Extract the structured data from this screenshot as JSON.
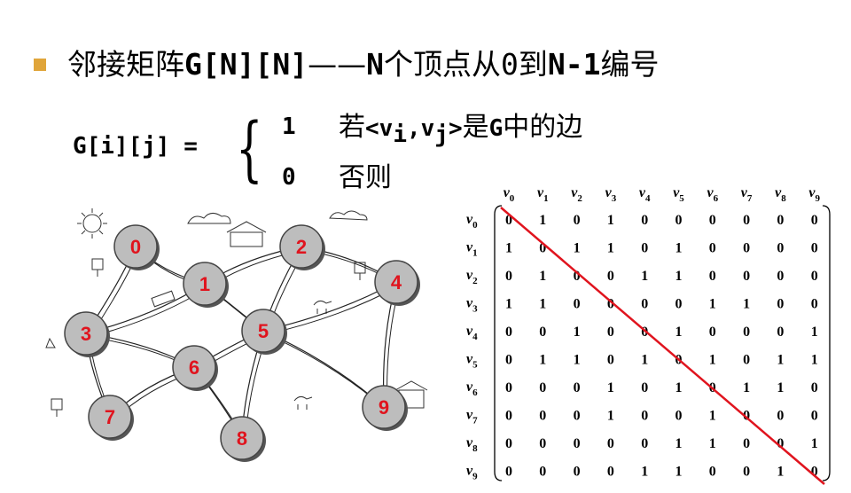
{
  "title": {
    "prefix": "邻接矩阵",
    "code": "G[N][N]",
    "dash": "——",
    "n": "N",
    "text1": "个顶点从",
    "zero": "0",
    "text2": "到",
    "nminus": "N-1",
    "text3": "编号"
  },
  "definition": {
    "lhs": "G[i][j] =",
    "case1_value": "1",
    "case1_pre": "若",
    "case1_pair_open": "<v",
    "case1_sub_i": "i",
    "case1_comma": ",v",
    "case1_sub_j": "j",
    "case1_pair_close": ">",
    "case1_mid": "是",
    "case1_g": "G",
    "case1_post": "中的边",
    "case2_value": "0",
    "case2_text": "否则"
  },
  "graph": {
    "node_labels": [
      "0",
      "1",
      "2",
      "3",
      "4",
      "5",
      "6",
      "7",
      "8",
      "9"
    ],
    "edges": [
      [
        0,
        1
      ],
      [
        0,
        3
      ],
      [
        1,
        2
      ],
      [
        1,
        3
      ],
      [
        1,
        5
      ],
      [
        2,
        4
      ],
      [
        2,
        5
      ],
      [
        3,
        6
      ],
      [
        3,
        7
      ],
      [
        4,
        5
      ],
      [
        4,
        9
      ],
      [
        5,
        6
      ],
      [
        5,
        8
      ],
      [
        5,
        9
      ],
      [
        6,
        7
      ],
      [
        6,
        8
      ]
    ]
  },
  "matrix": {
    "row_labels": [
      "0",
      "1",
      "2",
      "3",
      "4",
      "5",
      "6",
      "7",
      "8",
      "9"
    ],
    "col_labels": [
      "0",
      "1",
      "2",
      "3",
      "4",
      "5",
      "6",
      "7",
      "8",
      "9"
    ],
    "vertex_letter": "v",
    "values": [
      [
        0,
        1,
        0,
        1,
        0,
        0,
        0,
        0,
        0,
        0
      ],
      [
        1,
        0,
        1,
        1,
        0,
        1,
        0,
        0,
        0,
        0
      ],
      [
        0,
        1,
        0,
        0,
        1,
        1,
        0,
        0,
        0,
        0
      ],
      [
        1,
        1,
        0,
        0,
        0,
        0,
        1,
        1,
        0,
        0
      ],
      [
        0,
        0,
        1,
        0,
        0,
        1,
        0,
        0,
        0,
        1
      ],
      [
        0,
        1,
        1,
        0,
        1,
        0,
        1,
        0,
        1,
        1
      ],
      [
        0,
        0,
        0,
        1,
        0,
        1,
        0,
        1,
        1,
        0
      ],
      [
        0,
        0,
        0,
        1,
        0,
        0,
        1,
        0,
        0,
        0
      ],
      [
        0,
        0,
        0,
        0,
        0,
        1,
        1,
        0,
        0,
        1
      ],
      [
        0,
        0,
        0,
        0,
        1,
        1,
        0,
        0,
        1,
        0
      ]
    ]
  },
  "colors": {
    "bullet": "#e0a53a",
    "node_label": "#e0141e",
    "node_fill": "#bdbdbd",
    "diagonal": "#e0141e"
  },
  "icons": {
    "sun": "sun-icon",
    "cloud": "cloud-icon",
    "house": "house-icon",
    "tree": "tree-icon",
    "car": "car-icon",
    "animal": "animal-icon"
  }
}
